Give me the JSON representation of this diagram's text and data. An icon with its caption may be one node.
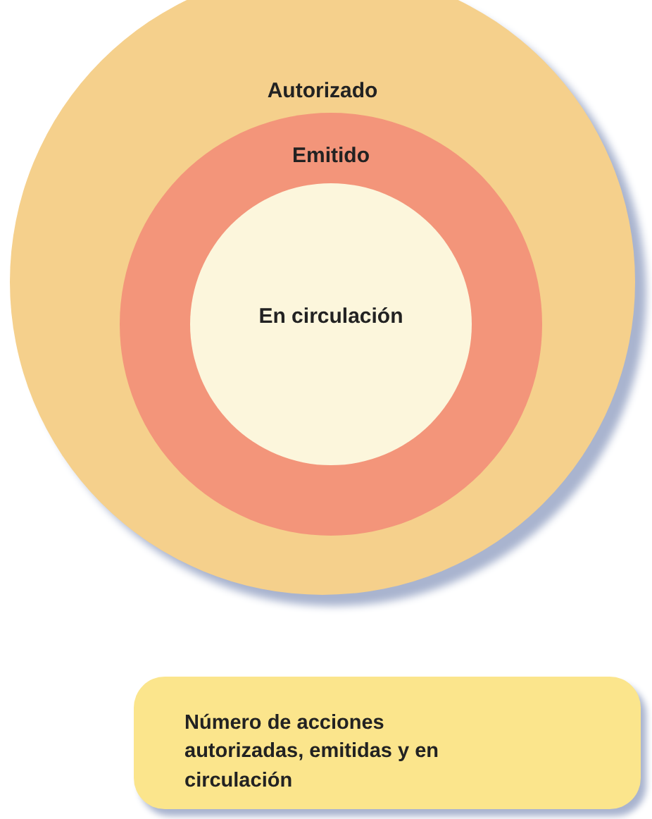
{
  "diagram": {
    "nodes": [
      {
        "text": [
          "Autorizado"
        ]
      },
      {
        "text": [
          "Emitido"
        ],
        "in": 0
      },
      {
        "text": [
          "En circulación"
        ],
        "in": 1
      },
      {
        "text": [
          "Número de acciones autorizadas, emitidas y en circulación"
        ]
      }
    ]
  }
}
